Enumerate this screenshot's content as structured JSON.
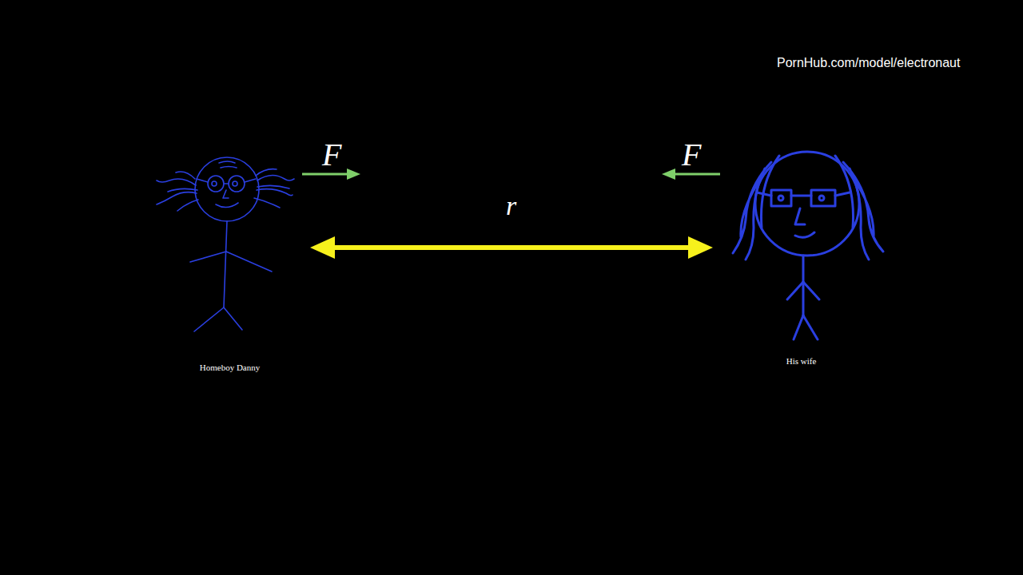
{
  "diagram": {
    "nodes": [
      {
        "text": [
          "Homeboy Danny"
        ]
      },
      {
        "text": [
          "His wife"
        ]
      }
    ],
    "edges": [
      {
        "from": 0,
        "to": 1,
        "label": "r",
        "arrow": "both"
      }
    ],
    "labels": [
      "PornHub.com/model/electronaut",
      "F",
      "F"
    ]
  }
}
